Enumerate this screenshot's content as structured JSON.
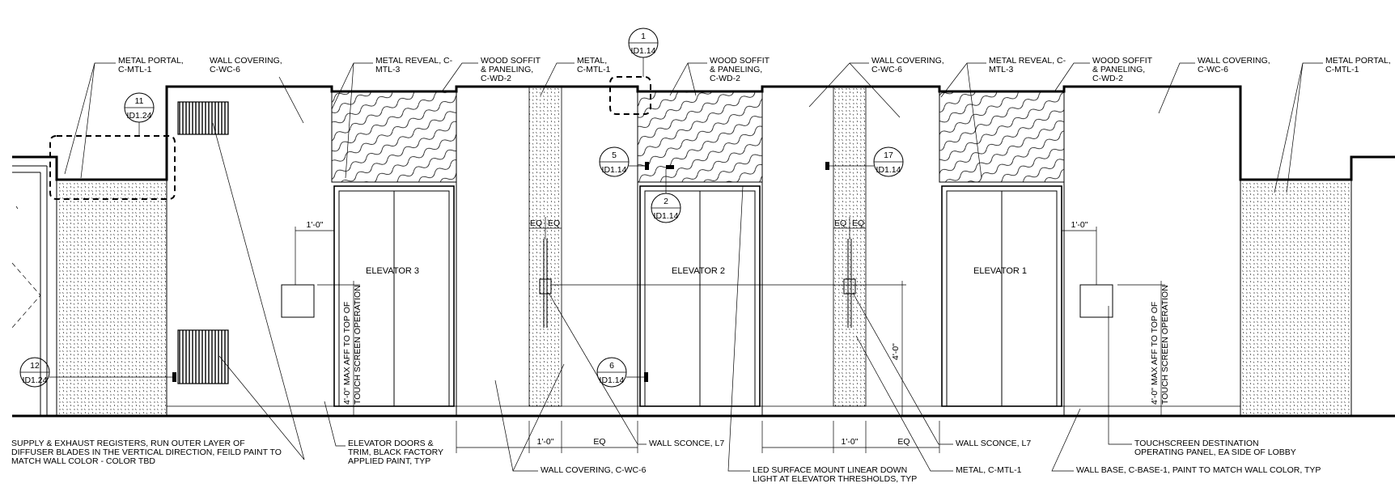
{
  "elevators": [
    {
      "label": "ELEVATOR 3"
    },
    {
      "label": "ELEVATOR 2"
    },
    {
      "label": "ELEVATOR 1"
    }
  ],
  "callouts_top": [
    {
      "lines": [
        "METAL PORTAL,",
        "C-MTL-1"
      ]
    },
    {
      "lines": [
        "WALL COVERING,",
        "C-WC-6"
      ]
    },
    {
      "lines": [
        "METAL REVEAL, C-",
        "MTL-3"
      ]
    },
    {
      "lines": [
        "WOOD SOFFIT",
        "& PANELING,",
        "C-WD-2"
      ]
    },
    {
      "lines": [
        "METAL,",
        "C-MTL-1"
      ]
    },
    {
      "lines": [
        "WOOD SOFFIT",
        "& PANELING,",
        "C-WD-2"
      ]
    },
    {
      "lines": [
        "WALL COVERING,",
        "C-WC-6"
      ]
    },
    {
      "lines": [
        "METAL REVEAL, C-",
        "MTL-3"
      ]
    },
    {
      "lines": [
        "WOOD SOFFIT",
        "& PANELING,",
        "C-WD-2"
      ]
    },
    {
      "lines": [
        "WALL COVERING,",
        "C-WC-6"
      ]
    },
    {
      "lines": [
        "METAL PORTAL,",
        "C-MTL-1"
      ]
    }
  ],
  "callouts_bottom": [
    {
      "lines": [
        "SUPPLY & EXHAUST REGISTERS, RUN OUTER LAYER OF",
        "DIFFUSER BLADES IN THE VERTICAL DIRECTION, FEILD PAINT TO",
        "MATCH WALL COLOR - COLOR TBD"
      ]
    },
    {
      "lines": [
        "ELEVATOR DOORS &",
        "TRIM, BLACK FACTORY",
        "APPLIED PAINT, TYP"
      ]
    },
    {
      "lines": [
        "WALL COVERING, C-WC-6"
      ]
    },
    {
      "lines": [
        "WALL SCONCE, L7"
      ]
    },
    {
      "lines": [
        "LED SURFACE MOUNT LINEAR DOWN",
        "LIGHT AT ELEVATOR THRESHOLDS, TYP"
      ]
    },
    {
      "lines": [
        "WALL SCONCE, L7"
      ]
    },
    {
      "lines": [
        "METAL, C-MTL-1"
      ]
    },
    {
      "lines": [
        "TOUCHSCREEN DESTINATION",
        "OPERATING PANEL, EA SIDE OF LOBBY"
      ]
    },
    {
      "lines": [
        "WALL BASE, C-BASE-1, PAINT TO MATCH WALL COLOR, TYP"
      ]
    }
  ],
  "detail_tags": [
    {
      "num": "1",
      "ref": "ID1.14"
    },
    {
      "num": "11",
      "ref": "ID1.24"
    },
    {
      "num": "5",
      "ref": "ID1.14"
    },
    {
      "num": "2",
      "ref": "ID1.14"
    },
    {
      "num": "17",
      "ref": "ID1.14"
    },
    {
      "num": "6",
      "ref": "ID1.14"
    },
    {
      "num": "12",
      "ref": "ID1.24"
    }
  ],
  "dimensions": {
    "one_foot": "1'-0\"",
    "eq": "EQ",
    "four_foot": "4'-0\"",
    "touch_screen_note": [
      "4'-0\" MAX AFF TO TOP OF",
      "TOUCH SCREEN OPERATION"
    ]
  }
}
